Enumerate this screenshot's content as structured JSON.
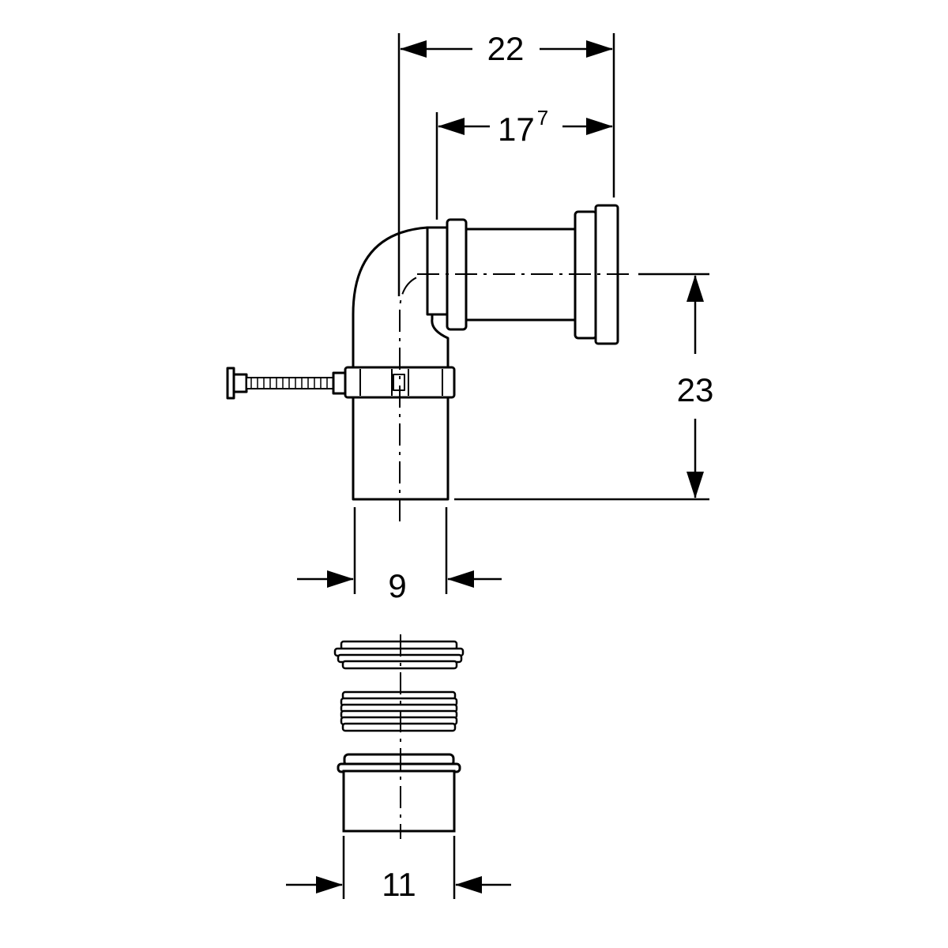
{
  "dimensions": {
    "overall_width": "22",
    "socket_width_main": "17",
    "socket_width_sup": "7",
    "height": "23",
    "pipe_diameter": "9",
    "sleeve_diameter": "11"
  },
  "colors": {
    "line": "#000000",
    "background": "#ffffff"
  }
}
